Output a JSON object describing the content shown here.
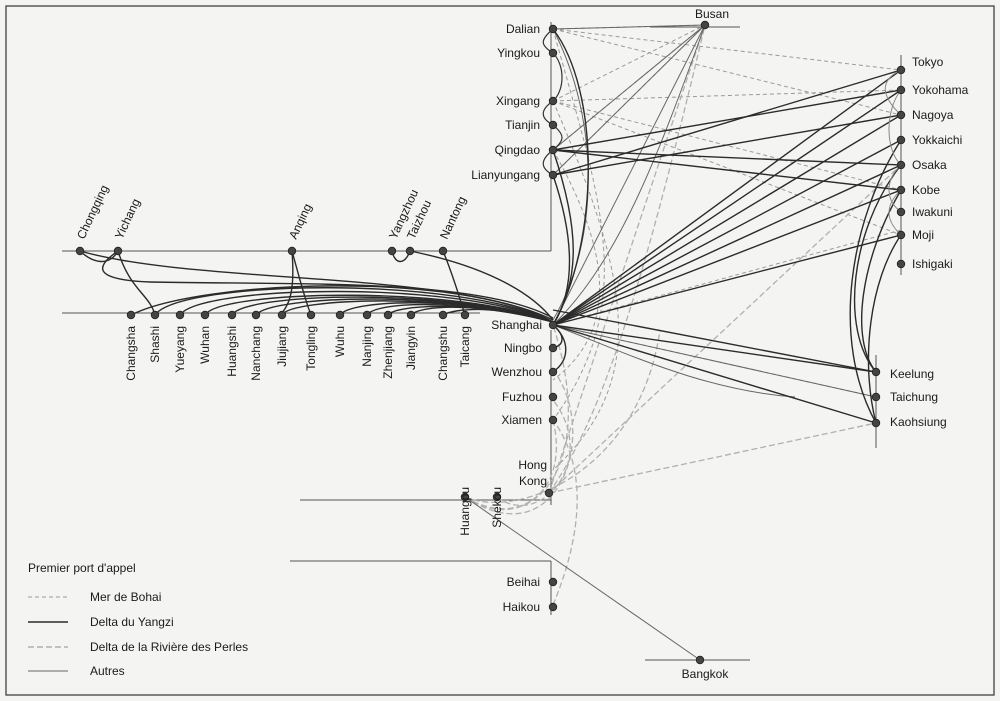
{
  "ports": {
    "dalian": "Dalian",
    "yingkou": "Yingkou",
    "xingang": "Xingang",
    "tianjin": "Tianjin",
    "qingdao": "Qingdao",
    "lianyungang": "Lianyungang",
    "shanghai": "Shanghai",
    "ningbo": "Ningbo",
    "wenzhou": "Wenzhou",
    "fuzhou": "Fuzhou",
    "xiamen": "Xiamen",
    "hongkong_1": "Hong",
    "hongkong_2": "Kong",
    "huangpu": "Huangpu",
    "shekou": "Shekou",
    "beihai": "Beihai",
    "haikou": "Haikou",
    "bangkok": "Bangkok",
    "busan": "Busan",
    "tokyo": "Tokyo",
    "yokohama": "Yokohama",
    "nagoya": "Nagoya",
    "yokkaichi": "Yokkaichi",
    "osaka": "Osaka",
    "kobe": "Kobe",
    "iwakuni": "Iwakuni",
    "moji": "Moji",
    "ishigaki": "Ishigaki",
    "keelung": "Keelung",
    "taichung": "Taichung",
    "kaohsiung": "Kaohsiung",
    "chongqing": "Chongqing",
    "yichang": "Yichang",
    "anqing": "Anqing",
    "yangzhou": "Yangzhou",
    "taizhou": "Taizhou",
    "nantong": "Nantong",
    "changsha": "Changsha",
    "shashi": "Shashi",
    "yueyang": "Yueyang",
    "wuhan": "Wuhan",
    "huangshi": "Huangshi",
    "nanchang": "Nanchang",
    "jiujiang": "Jiujiang",
    "tongling": "Tongling",
    "wuhu": "Wuhu",
    "nanjing": "Nanjing",
    "zhenjiang": "Zhenjiang",
    "jiangyin": "Jiangyin",
    "changshu": "Changshu",
    "taicang": "Taicang"
  },
  "legend": {
    "title": "Premier port d'appel",
    "bohai": "Mer de Bohai",
    "yangzi": "Delta du Yangzi",
    "perles": "Delta de la Rivière des Perles",
    "autres": "Autres"
  },
  "colors": {
    "yangzi": "#2b2b2b",
    "autres": "#555555",
    "bohai": "#9a9a9a",
    "perles": "#b0b0b0",
    "background": "#f4f4f2"
  }
}
